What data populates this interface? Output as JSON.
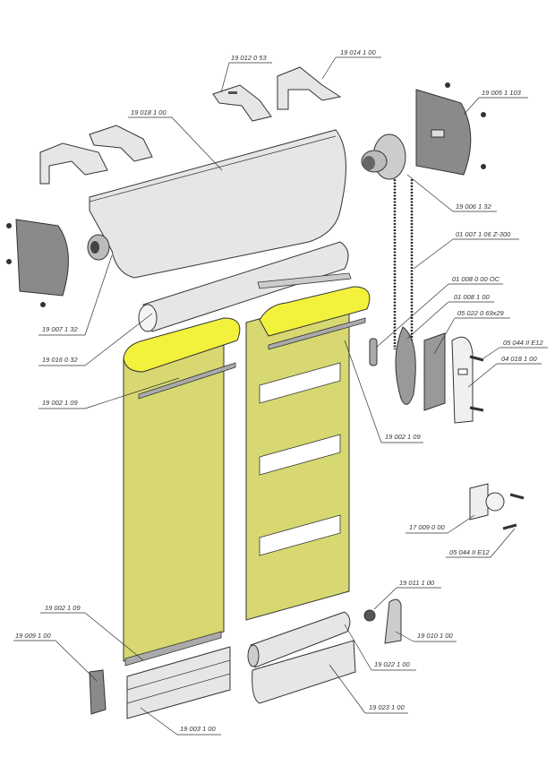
{
  "diagram": {
    "labels": [
      "19 012 0 53",
      "19 014 1 00",
      "19 005 1 103",
      "19 018 1 00",
      "19 006 1 32",
      "01 007 1 06 Z-300",
      "01 008 0 00 OC",
      "01 008 1 00",
      "05 022 0 69x29",
      "05 044 II E12",
      "04 018 1 00",
      "19 002 1 09",
      "17 009 0 00",
      "05 044 II E12",
      "19 007 1 32",
      "19 016 0 32",
      "19 002 1 09",
      "19 011 1 00",
      "19 002 1 09",
      "19 009 1 00",
      "19 010 1 00",
      "19 022 1 00",
      "19 023 1 00",
      "19 003 1 00"
    ],
    "colors": {
      "fabric": "#d7d871",
      "fabric_highlight": "#f2f23c",
      "metal": "#e6e6e6",
      "endcap": "#8a8a8a"
    }
  }
}
